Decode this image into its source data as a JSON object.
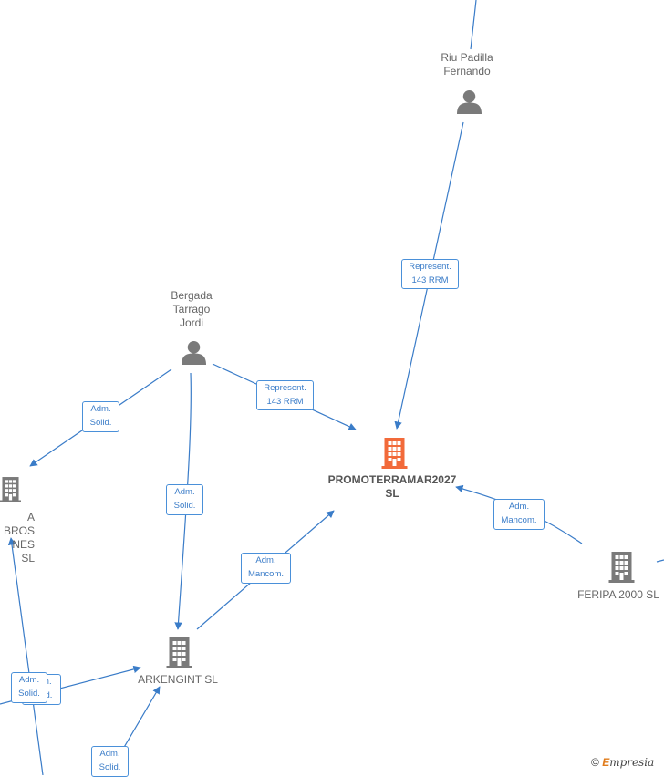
{
  "nodes": {
    "riu_padilla": {
      "label": "Riu Padilla\nFernando",
      "type": "person"
    },
    "bergada": {
      "label": "Bergada\nTarrago\nJordi",
      "type": "person"
    },
    "promoterramar": {
      "label": "PROMOTERRAMAR2027\nSL",
      "type": "company-main"
    },
    "bros": {
      "label": "A BROS\nNES  SL",
      "type": "company"
    },
    "arkengint": {
      "label": "ARKENGINT  SL",
      "type": "company"
    },
    "feripa": {
      "label": "FERIPA 2000  SL",
      "type": "company"
    }
  },
  "edges": [
    {
      "label": "Represent.\n143 RRM",
      "from": "riu_padilla",
      "to": "promoterramar"
    },
    {
      "label": "Represent.\n143 RRM",
      "from": "bergada",
      "to": "promoterramar"
    },
    {
      "label": "Adm.\nSolid.",
      "from": "bergada",
      "to": "bros"
    },
    {
      "label": "Adm.\nSolid.",
      "from": "bergada",
      "to": "arkengint"
    },
    {
      "label": "Adm.\nMancom.",
      "from": "arkengint",
      "to": "promoterramar"
    },
    {
      "label": "Adm.\nMancom.",
      "from": "feripa",
      "to": "promoterramar"
    },
    {
      "label": "Adm.\nSolid.",
      "from": "offscreen_left",
      "to": "arkengint"
    },
    {
      "label": "Adm.\nSolid.",
      "from": "offscreen_left",
      "to": "bros"
    },
    {
      "label": "Adm.\nSolid.",
      "from": "offscreen_bottom",
      "to": "arkengint"
    }
  ],
  "branding": {
    "copyright": "©",
    "e": "E",
    "rest": "mpresia"
  },
  "colors": {
    "edge": "#3a7cc8",
    "main_node": "#f26a3a",
    "node": "#7a7a7a"
  }
}
